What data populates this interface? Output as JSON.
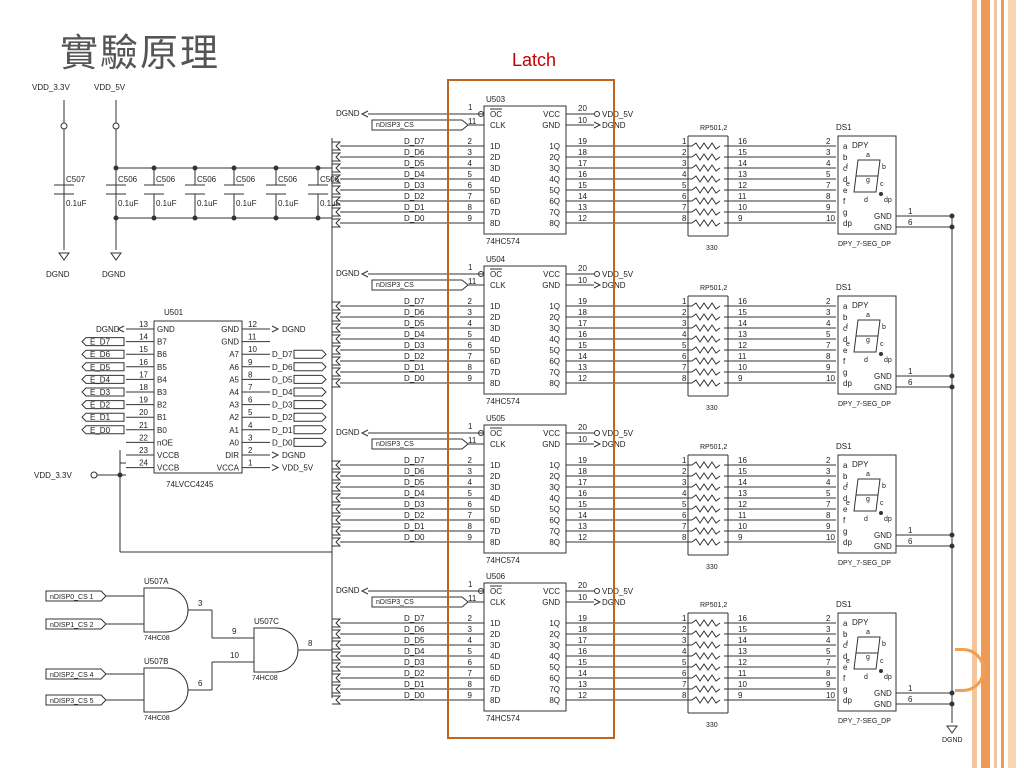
{
  "slide": {
    "title": "實驗原理",
    "latch_label": "Latch"
  },
  "colors": {
    "latch": "#c0651e",
    "label": "#c00000",
    "accent": "#f0a050",
    "line": "#333333"
  },
  "power": {
    "vdd33": "VDD_3.3V",
    "vdd5": "VDD_5V",
    "dgnd": "DGND"
  },
  "caps": [
    {
      "ref": "C507",
      "val": "0.1uF"
    },
    {
      "ref": "C506",
      "val": "0.1uF"
    },
    {
      "ref": "C506",
      "val": "0.1uF"
    },
    {
      "ref": "C506",
      "val": "0.1uF"
    },
    {
      "ref": "C506",
      "val": "0.1uF"
    },
    {
      "ref": "C506",
      "val": "0.1uF"
    },
    {
      "ref": "C506",
      "val": "0.1uF"
    }
  ],
  "u501": {
    "ref": "U501",
    "part": "74LVCC4245",
    "left": [
      {
        "n": "13",
        "p": "GND",
        "net": "DGND"
      },
      {
        "n": "14",
        "p": "B7",
        "net": "E_D7"
      },
      {
        "n": "15",
        "p": "B6",
        "net": "E_D6"
      },
      {
        "n": "16",
        "p": "B5",
        "net": "E_D5"
      },
      {
        "n": "17",
        "p": "B4",
        "net": "E_D4"
      },
      {
        "n": "18",
        "p": "B3",
        "net": "E_D3"
      },
      {
        "n": "19",
        "p": "B2",
        "net": "E_D2"
      },
      {
        "n": "20",
        "p": "B1",
        "net": "E_D1"
      },
      {
        "n": "21",
        "p": "B0",
        "net": "E_D0"
      },
      {
        "n": "22",
        "p": "nOE",
        "net": ""
      },
      {
        "n": "23",
        "p": "VCCB",
        "net": ""
      },
      {
        "n": "24",
        "p": "VCCB",
        "net": "VDD_3.3V"
      }
    ],
    "right": [
      {
        "n": "12",
        "p": "GND",
        "net": "DGND"
      },
      {
        "n": "11",
        "p": "GND",
        "net": ""
      },
      {
        "n": "10",
        "p": "A7",
        "net": "D_D7"
      },
      {
        "n": "9",
        "p": "A6",
        "net": "D_D6"
      },
      {
        "n": "8",
        "p": "A5",
        "net": "D_D5"
      },
      {
        "n": "7",
        "p": "A4",
        "net": "D_D4"
      },
      {
        "n": "6",
        "p": "A3",
        "net": "D_D3"
      },
      {
        "n": "5",
        "p": "A2",
        "net": "D_D2"
      },
      {
        "n": "4",
        "p": "A1",
        "net": "D_D1"
      },
      {
        "n": "3",
        "p": "A0",
        "net": "D_D0"
      },
      {
        "n": "2",
        "p": "DIR",
        "net": "DGND"
      },
      {
        "n": "1",
        "p": "VCCA",
        "net": "VDD_5V"
      }
    ]
  },
  "gates": {
    "inputs": [
      "nDISP0_CS 1",
      "nDISP1_CS 2",
      "nDISP2_CS 4",
      "nDISP3_CS 5"
    ],
    "a": {
      "ref": "U507A",
      "part": "74HC08",
      "out": "3"
    },
    "b": {
      "ref": "U507B",
      "part": "74HC08",
      "out": "6"
    },
    "c": {
      "ref": "U507C",
      "part": "74HC08",
      "in1": "9",
      "in2": "10",
      "out": "8"
    }
  },
  "latch": {
    "parts": [
      "74HC574",
      "74HC574",
      "74HC574",
      "74HC574"
    ],
    "refs": [
      "U503",
      "U504",
      "U505",
      "U506"
    ],
    "cs": "nDISP3_CS",
    "vcc": "VDD_5V",
    "gnd": "DGND",
    "top_pins": [
      {
        "n": "1",
        "l": "OC",
        "r": "VCC",
        "rn": "20"
      },
      {
        "n": "11",
        "l": "CLK",
        "r": "GND",
        "rn": "10"
      }
    ],
    "data": [
      {
        "net": "D_D7",
        "in": "2",
        "d": "1D",
        "q": "1Q",
        "out": "19"
      },
      {
        "net": "D_D6",
        "in": "3",
        "d": "2D",
        "q": "2Q",
        "out": "18"
      },
      {
        "net": "D_D5",
        "in": "4",
        "d": "3D",
        "q": "3Q",
        "out": "17"
      },
      {
        "net": "D_D4",
        "in": "5",
        "d": "4D",
        "q": "4Q",
        "out": "16"
      },
      {
        "net": "D_D3",
        "in": "6",
        "d": "5D",
        "q": "5Q",
        "out": "15"
      },
      {
        "net": "D_D2",
        "in": "7",
        "d": "6D",
        "q": "6Q",
        "out": "14"
      },
      {
        "net": "D_D1",
        "in": "8",
        "d": "7D",
        "q": "7Q",
        "out": "13"
      },
      {
        "net": "D_D0",
        "in": "9",
        "d": "8D",
        "q": "8Q",
        "out": "12"
      }
    ]
  },
  "resistor": {
    "ref": "RP501,2",
    "value": "330",
    "left": [
      "1",
      "2",
      "3",
      "4",
      "5",
      "6",
      "7",
      "8"
    ],
    "right": [
      "16",
      "15",
      "14",
      "13",
      "12",
      "11",
      "10",
      "9"
    ]
  },
  "display": {
    "ref": "DS1",
    "title": "DPY",
    "part": "DPY_7-SEG_DP",
    "pins": [
      {
        "n": "2",
        "s": "a"
      },
      {
        "n": "3",
        "s": "b"
      },
      {
        "n": "4",
        "s": "c"
      },
      {
        "n": "5",
        "s": "d"
      },
      {
        "n": "7",
        "s": "e"
      },
      {
        "n": "8",
        "s": "f"
      },
      {
        "n": "9",
        "s": "g"
      },
      {
        "n": "10",
        "s": "dp"
      }
    ],
    "gnd": "GND",
    "gnd_pins": [
      "1",
      "6"
    ],
    "seg_labels": [
      "a",
      "b",
      "c",
      "d",
      "e",
      "f",
      "g",
      "dp"
    ]
  }
}
